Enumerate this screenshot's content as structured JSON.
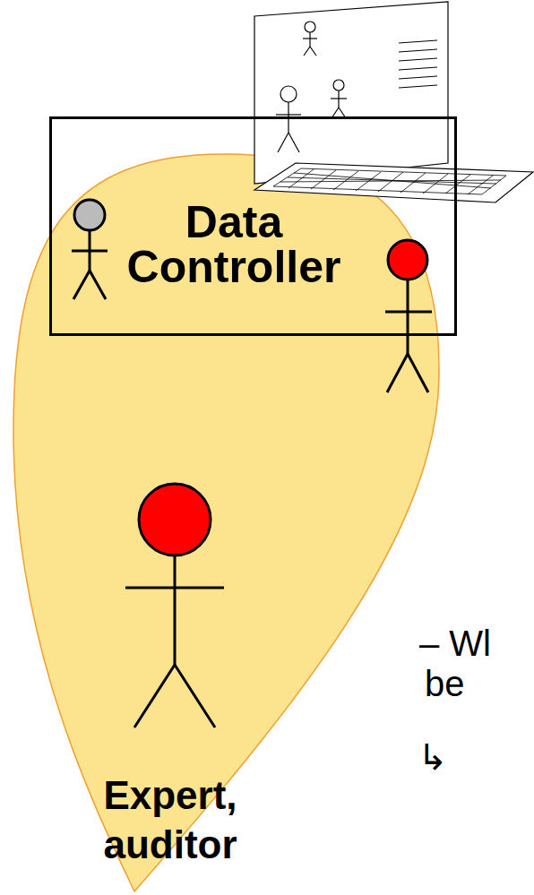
{
  "diagram": {
    "nodes": [
      {
        "text": [
          "Data Controller"
        ]
      }
    ],
    "labels": [
      "Expert, auditor",
      "– Wl",
      "be",
      "↳"
    ]
  }
}
